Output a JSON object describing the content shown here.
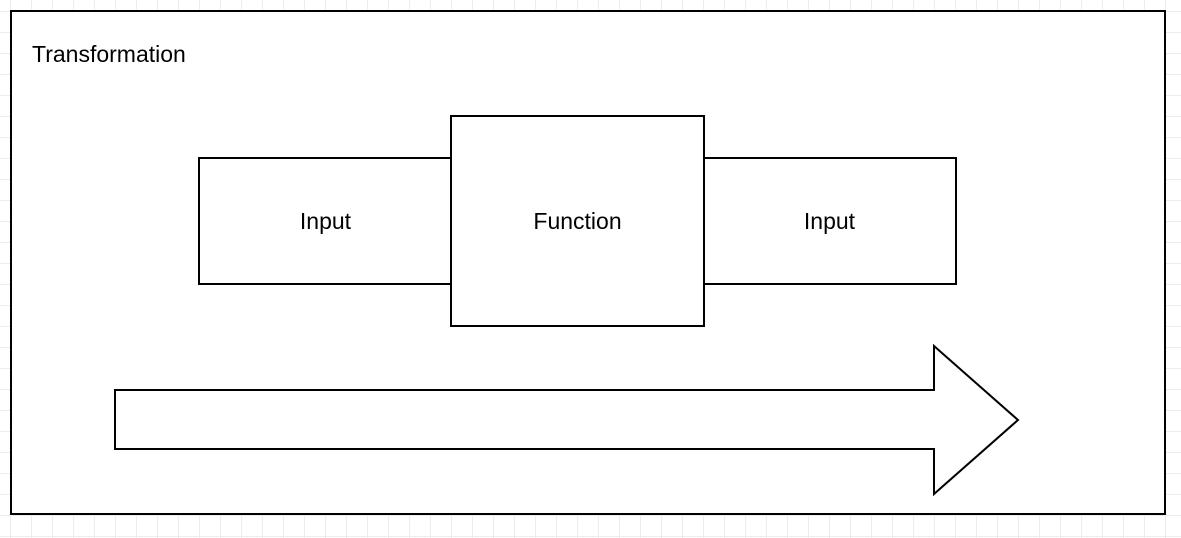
{
  "diagram": {
    "title": "Transformation",
    "nodes": [
      {
        "id": "input-left",
        "label": "Input"
      },
      {
        "id": "function",
        "label": "Function"
      },
      {
        "id": "input-right",
        "label": "Input"
      }
    ],
    "flow_direction": "left-to-right",
    "colors": {
      "stroke": "#000000",
      "fill": "#ffffff",
      "grid": "#ececec"
    }
  }
}
